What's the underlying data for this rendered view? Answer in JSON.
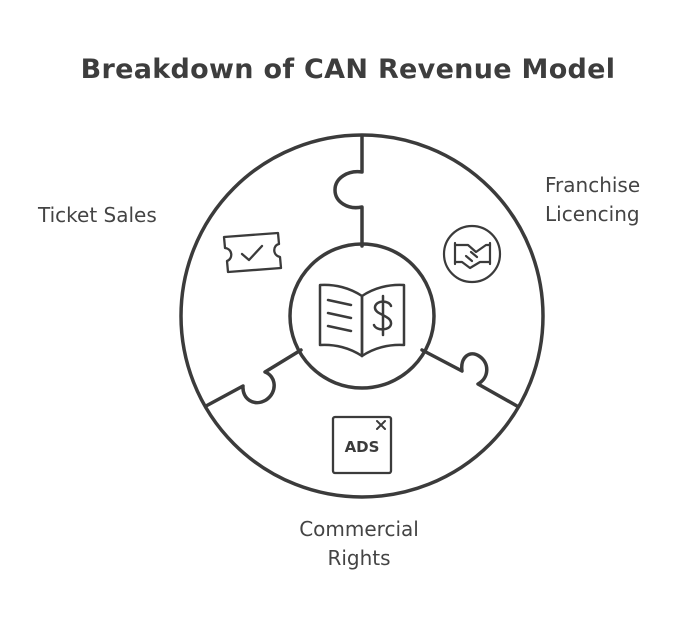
{
  "title": "Breakdown of CAN Revenue Model",
  "center": {
    "icon": "open-book-dollar-icon"
  },
  "segments": [
    {
      "label_lines": [
        "Ticket Sales"
      ],
      "icon": "ticket-check-icon"
    },
    {
      "label_lines": [
        "Franchise",
        "Licencing"
      ],
      "icon": "handshake-icon"
    },
    {
      "label_lines": [
        "Commercial",
        "Rights"
      ],
      "icon": "ads-icon",
      "icon_text": "ADS"
    }
  ]
}
